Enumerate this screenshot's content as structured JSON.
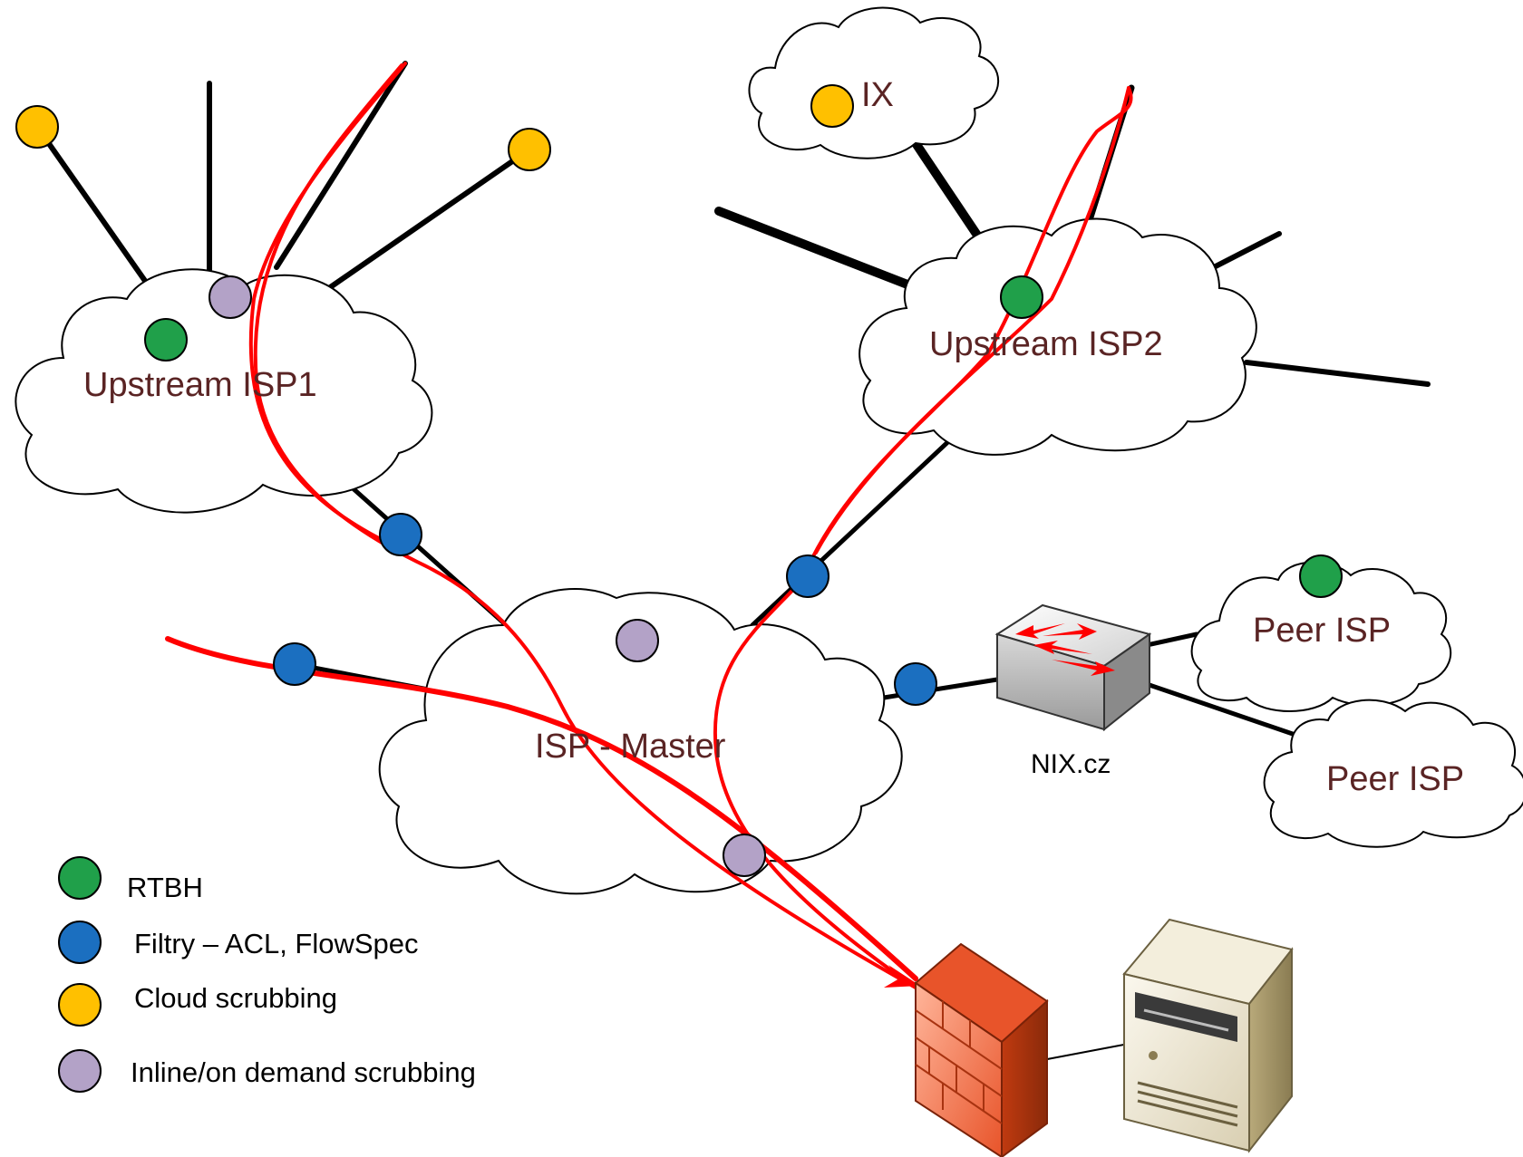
{
  "colors": {
    "rtbh": "#20a04a",
    "filter": "#1b6fc0",
    "cloud_scrubbing": "#ffc000",
    "inline_scrubbing": "#b3a2c7",
    "attack_path": "#ff0000",
    "cloud_label": "#5a2424"
  },
  "clouds": {
    "upstream1": "Upstream ISP1",
    "upstream2": "Upstream ISP2",
    "ix": "IX",
    "master": "ISP - Master",
    "peer1": "Peer ISP",
    "peer2": "Peer ISP"
  },
  "devices": {
    "nix_label": "NIX.cz",
    "switch_icon": "switch-icon",
    "firewall_icon": "firewall-icon",
    "server_icon": "server-icon"
  },
  "legend": [
    {
      "label": "RTBH",
      "color_key": "rtbh"
    },
    {
      "label": "Filtry – ACL, FlowSpec",
      "color_key": "filter"
    },
    {
      "label": "Cloud scrubbing",
      "color_key": "cloud_scrubbing"
    },
    {
      "label": "Inline/on demand scrubbing",
      "color_key": "inline_scrubbing"
    }
  ]
}
